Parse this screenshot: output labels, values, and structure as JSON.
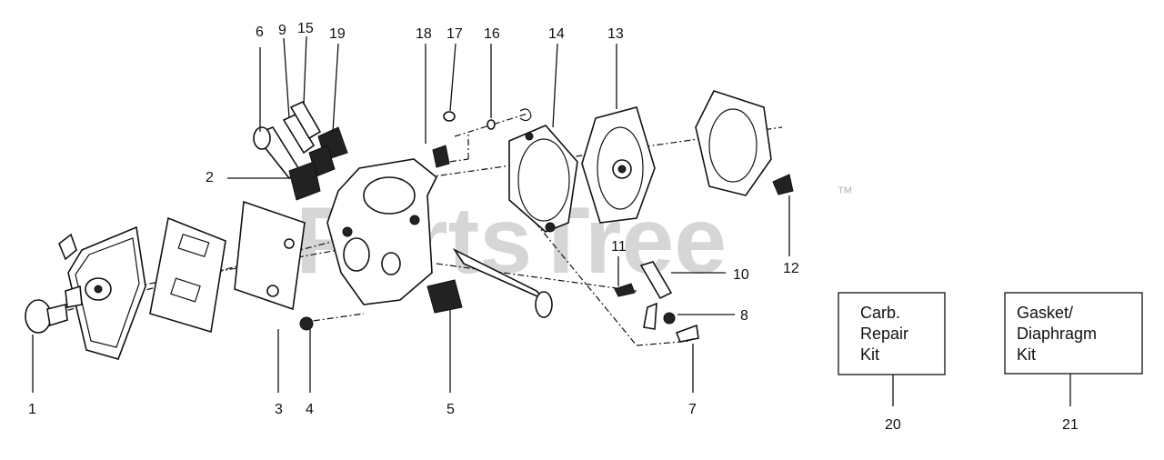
{
  "watermark": {
    "text": "PartsTree",
    "trademark": "™"
  },
  "callouts": [
    "1",
    "2",
    "3",
    "4",
    "5",
    "6",
    "7",
    "8",
    "9",
    "10",
    "11",
    "12",
    "13",
    "14",
    "15",
    "16",
    "17",
    "18",
    "19",
    "20",
    "21"
  ],
  "kits": {
    "carb": {
      "lines": [
        "Carb.",
        "Repair",
        "Kit"
      ],
      "number": "20"
    },
    "gasket": {
      "lines": [
        "Gasket/",
        "Diaphragm",
        "Kit"
      ],
      "number": "21"
    }
  }
}
